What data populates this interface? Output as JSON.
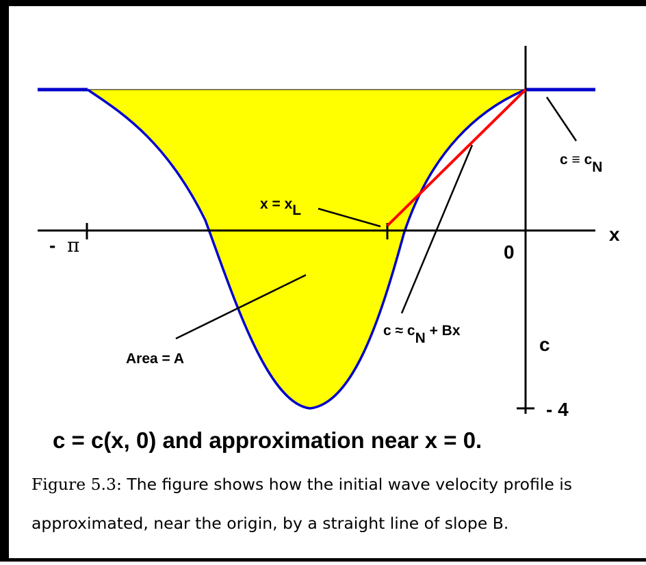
{
  "diagram": {
    "labels": {
      "neg_pi_minus": "-",
      "neg_pi_symbol": "π",
      "x_axis": "x",
      "origin": "0",
      "c_axis": "c",
      "minus_four": "- 4",
      "xl_main": "x = x",
      "xl_sub": "L",
      "cn_main": "c ≡ c",
      "cn_sub": "N",
      "approx_main": "c ≈ c",
      "approx_sub": "N",
      "approx_tail": " + Bx",
      "area": "Area = A",
      "title": "c = c(x, 0) and approximation near x = 0."
    },
    "colors": {
      "fill": "#ffff00",
      "curve": "#0000cc",
      "approx_line": "#ff0000",
      "axes": "#000000",
      "border": "#000000"
    }
  },
  "caption": {
    "label": "Figure 5.3:",
    "text": " The figure shows how the initial wave velocity profile is approximated, near the origin, by a straight line of slope B."
  }
}
